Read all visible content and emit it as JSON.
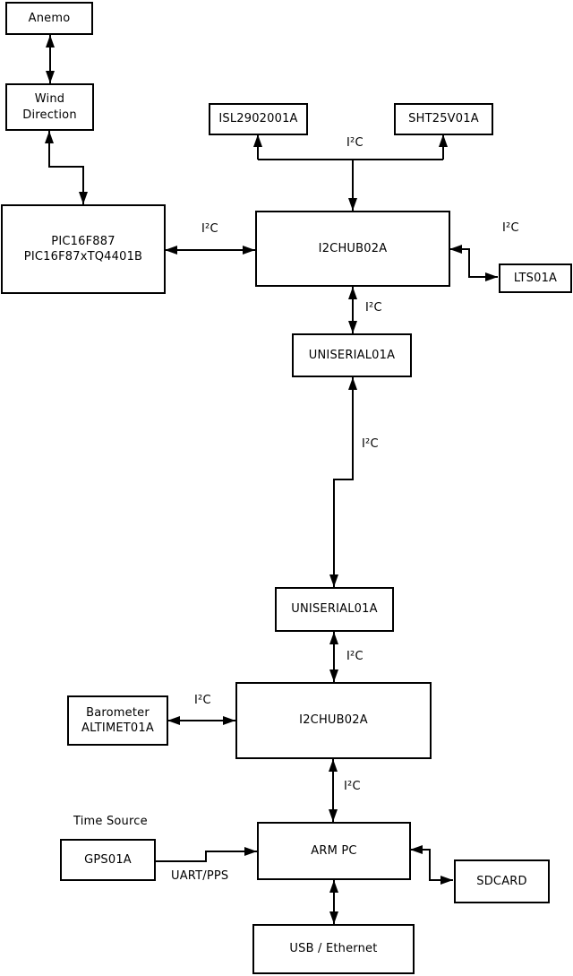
{
  "nodes": {
    "anemo": {
      "label": "Anemo"
    },
    "wind_direction": {
      "lines": [
        "Wind",
        "Direction"
      ]
    },
    "pic": {
      "lines": [
        "PIC16F887",
        "PIC16F87xTQ4401B"
      ]
    },
    "isl": {
      "label": "ISL2902001A"
    },
    "sht": {
      "label": "SHT25V01A"
    },
    "i2chub_top": {
      "label": "I2CHUB02A"
    },
    "lts": {
      "label": "LTS01A"
    },
    "uniserial_top": {
      "label": "UNISERIAL01A"
    },
    "uniserial_bottom": {
      "label": "UNISERIAL01A"
    },
    "i2chub_bottom": {
      "label": "I2CHUB02A"
    },
    "barometer": {
      "lines": [
        "Barometer",
        "ALTIMET01A"
      ]
    },
    "gps": {
      "label": "GPS01A"
    },
    "arm_pc": {
      "label": "ARM PC"
    },
    "sdcard": {
      "label": "SDCARD"
    },
    "usb_ethernet": {
      "label": "USB / Ethernet"
    }
  },
  "edge_labels": {
    "i2c": "I²C",
    "time_source": "Time Source",
    "uart_pps": "UART/PPS"
  },
  "edges": [
    {
      "from": "Anemo",
      "to": "Wind Direction",
      "label": "",
      "bidirectional": true
    },
    {
      "from": "Wind Direction",
      "to": "PIC16F887 PIC16F87xTQ4401B",
      "label": "",
      "bidirectional": true
    },
    {
      "from": "PIC16F887 PIC16F87xTQ4401B",
      "to": "I2CHUB02A (top)",
      "label": "I²C",
      "bidirectional": true
    },
    {
      "from": "I2CHUB02A (top)",
      "to": "ISL2902001A",
      "label": "I²C",
      "bidirectional": false
    },
    {
      "from": "I2CHUB02A (top)",
      "to": "SHT25V01A",
      "label": "I²C",
      "bidirectional": false
    },
    {
      "from": "I2CHUB02A (top)",
      "to": "LTS01A",
      "label": "I²C",
      "bidirectional": true
    },
    {
      "from": "I2CHUB02A (top)",
      "to": "UNISERIAL01A (top)",
      "label": "I²C",
      "bidirectional": true
    },
    {
      "from": "UNISERIAL01A (top)",
      "to": "UNISERIAL01A (bottom)",
      "label": "I²C",
      "bidirectional": true
    },
    {
      "from": "UNISERIAL01A (bottom)",
      "to": "I2CHUB02A (bottom)",
      "label": "I²C",
      "bidirectional": true
    },
    {
      "from": "Barometer ALTIMET01A",
      "to": "I2CHUB02A (bottom)",
      "label": "I²C",
      "bidirectional": true
    },
    {
      "from": "I2CHUB02A (bottom)",
      "to": "ARM PC",
      "label": "I²C",
      "bidirectional": true
    },
    {
      "from": "GPS01A",
      "to": "ARM PC",
      "label": "UART/PPS",
      "bidirectional": false
    },
    {
      "from": "ARM PC",
      "to": "SDCARD",
      "label": "",
      "bidirectional": true
    },
    {
      "from": "ARM PC",
      "to": "USB / Ethernet",
      "label": "",
      "bidirectional": true
    }
  ],
  "colors": {
    "line": "#000000",
    "box_border": "#000000",
    "box_fill": "#ffffff",
    "background": "#ffffff",
    "text": "#000000"
  }
}
